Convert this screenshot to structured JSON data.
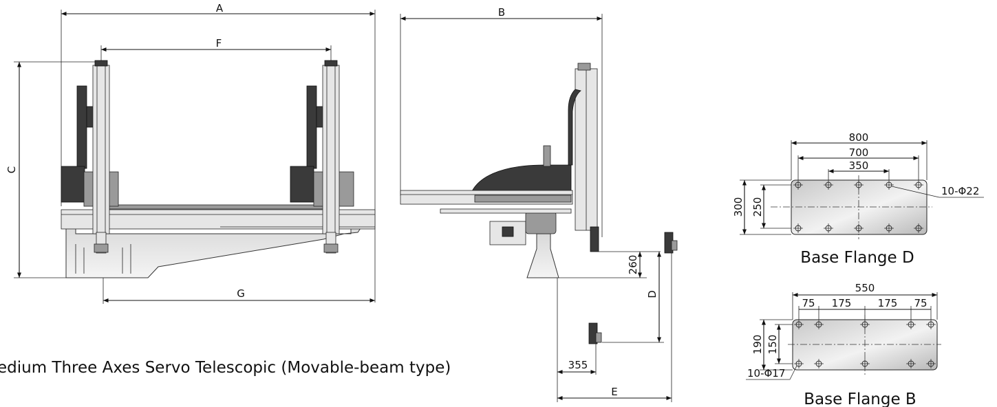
{
  "front_view": {
    "dim_a": "A",
    "dim_f": "F",
    "dim_c": "C",
    "dim_g": "G"
  },
  "side_view": {
    "dim_b": "B",
    "dim_260": "260",
    "dim_d": "D",
    "dim_355": "355",
    "dim_e": "E"
  },
  "flange_d": {
    "dim_800": "800",
    "dim_700": "700",
    "dim_350": "350",
    "dim_300": "300",
    "dim_250": "250",
    "holes": "10-Φ22",
    "title": "Base Flange D"
  },
  "flange_b": {
    "dim_550": "550",
    "dim_75_left": "75",
    "dim_175_left": "175",
    "dim_175_right": "175",
    "dim_75_right": "75",
    "dim_190": "190",
    "dim_150": "150",
    "holes": "10-Φ17",
    "title": "Base Flange B"
  },
  "caption": "edium Three Axes Servo Telescopic (Movable-beam type)",
  "colors": {
    "line": "#111111",
    "shade_dark": "#3a3a3a",
    "shade_light": "#e6e6e6"
  }
}
